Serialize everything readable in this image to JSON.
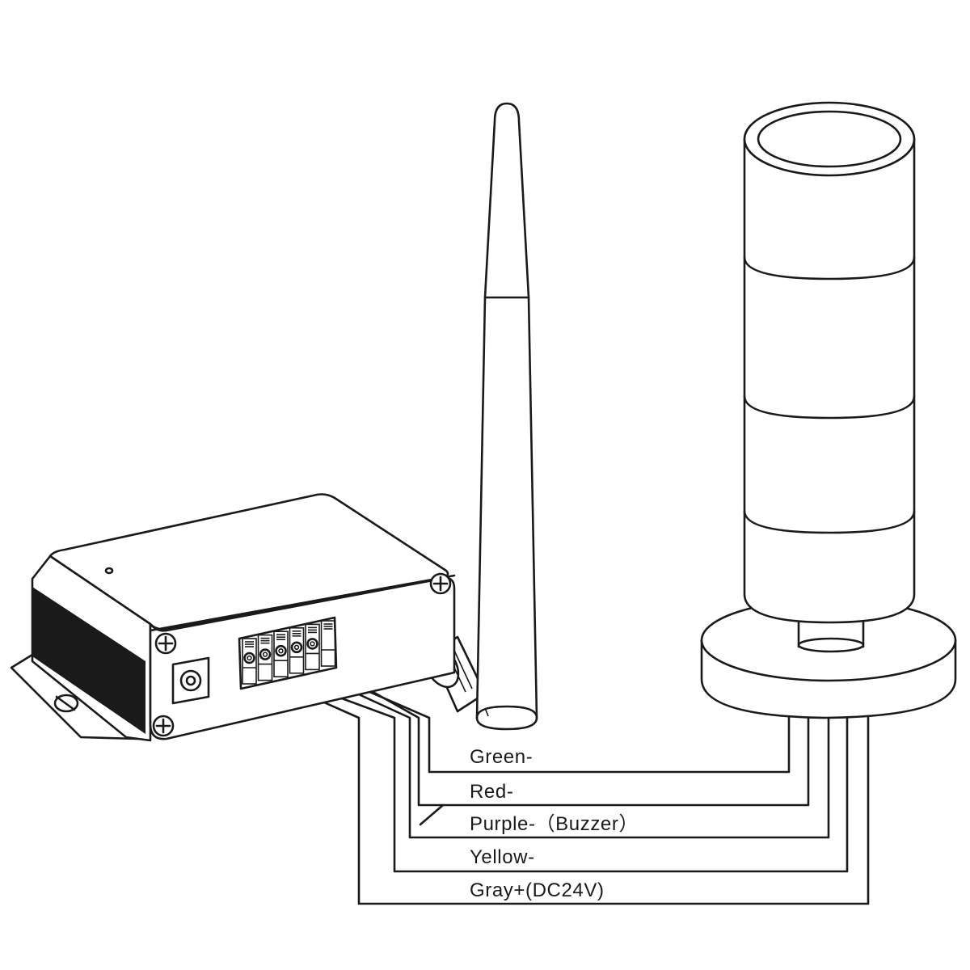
{
  "wires": {
    "green": "Green-",
    "red": "Red-",
    "purple": "Purple-（Buzzer）",
    "yellow": "Yellow-",
    "gray": "Gray+(DC24V)"
  },
  "colors": {
    "line": "#1a1a1a",
    "background": "#ffffff"
  }
}
